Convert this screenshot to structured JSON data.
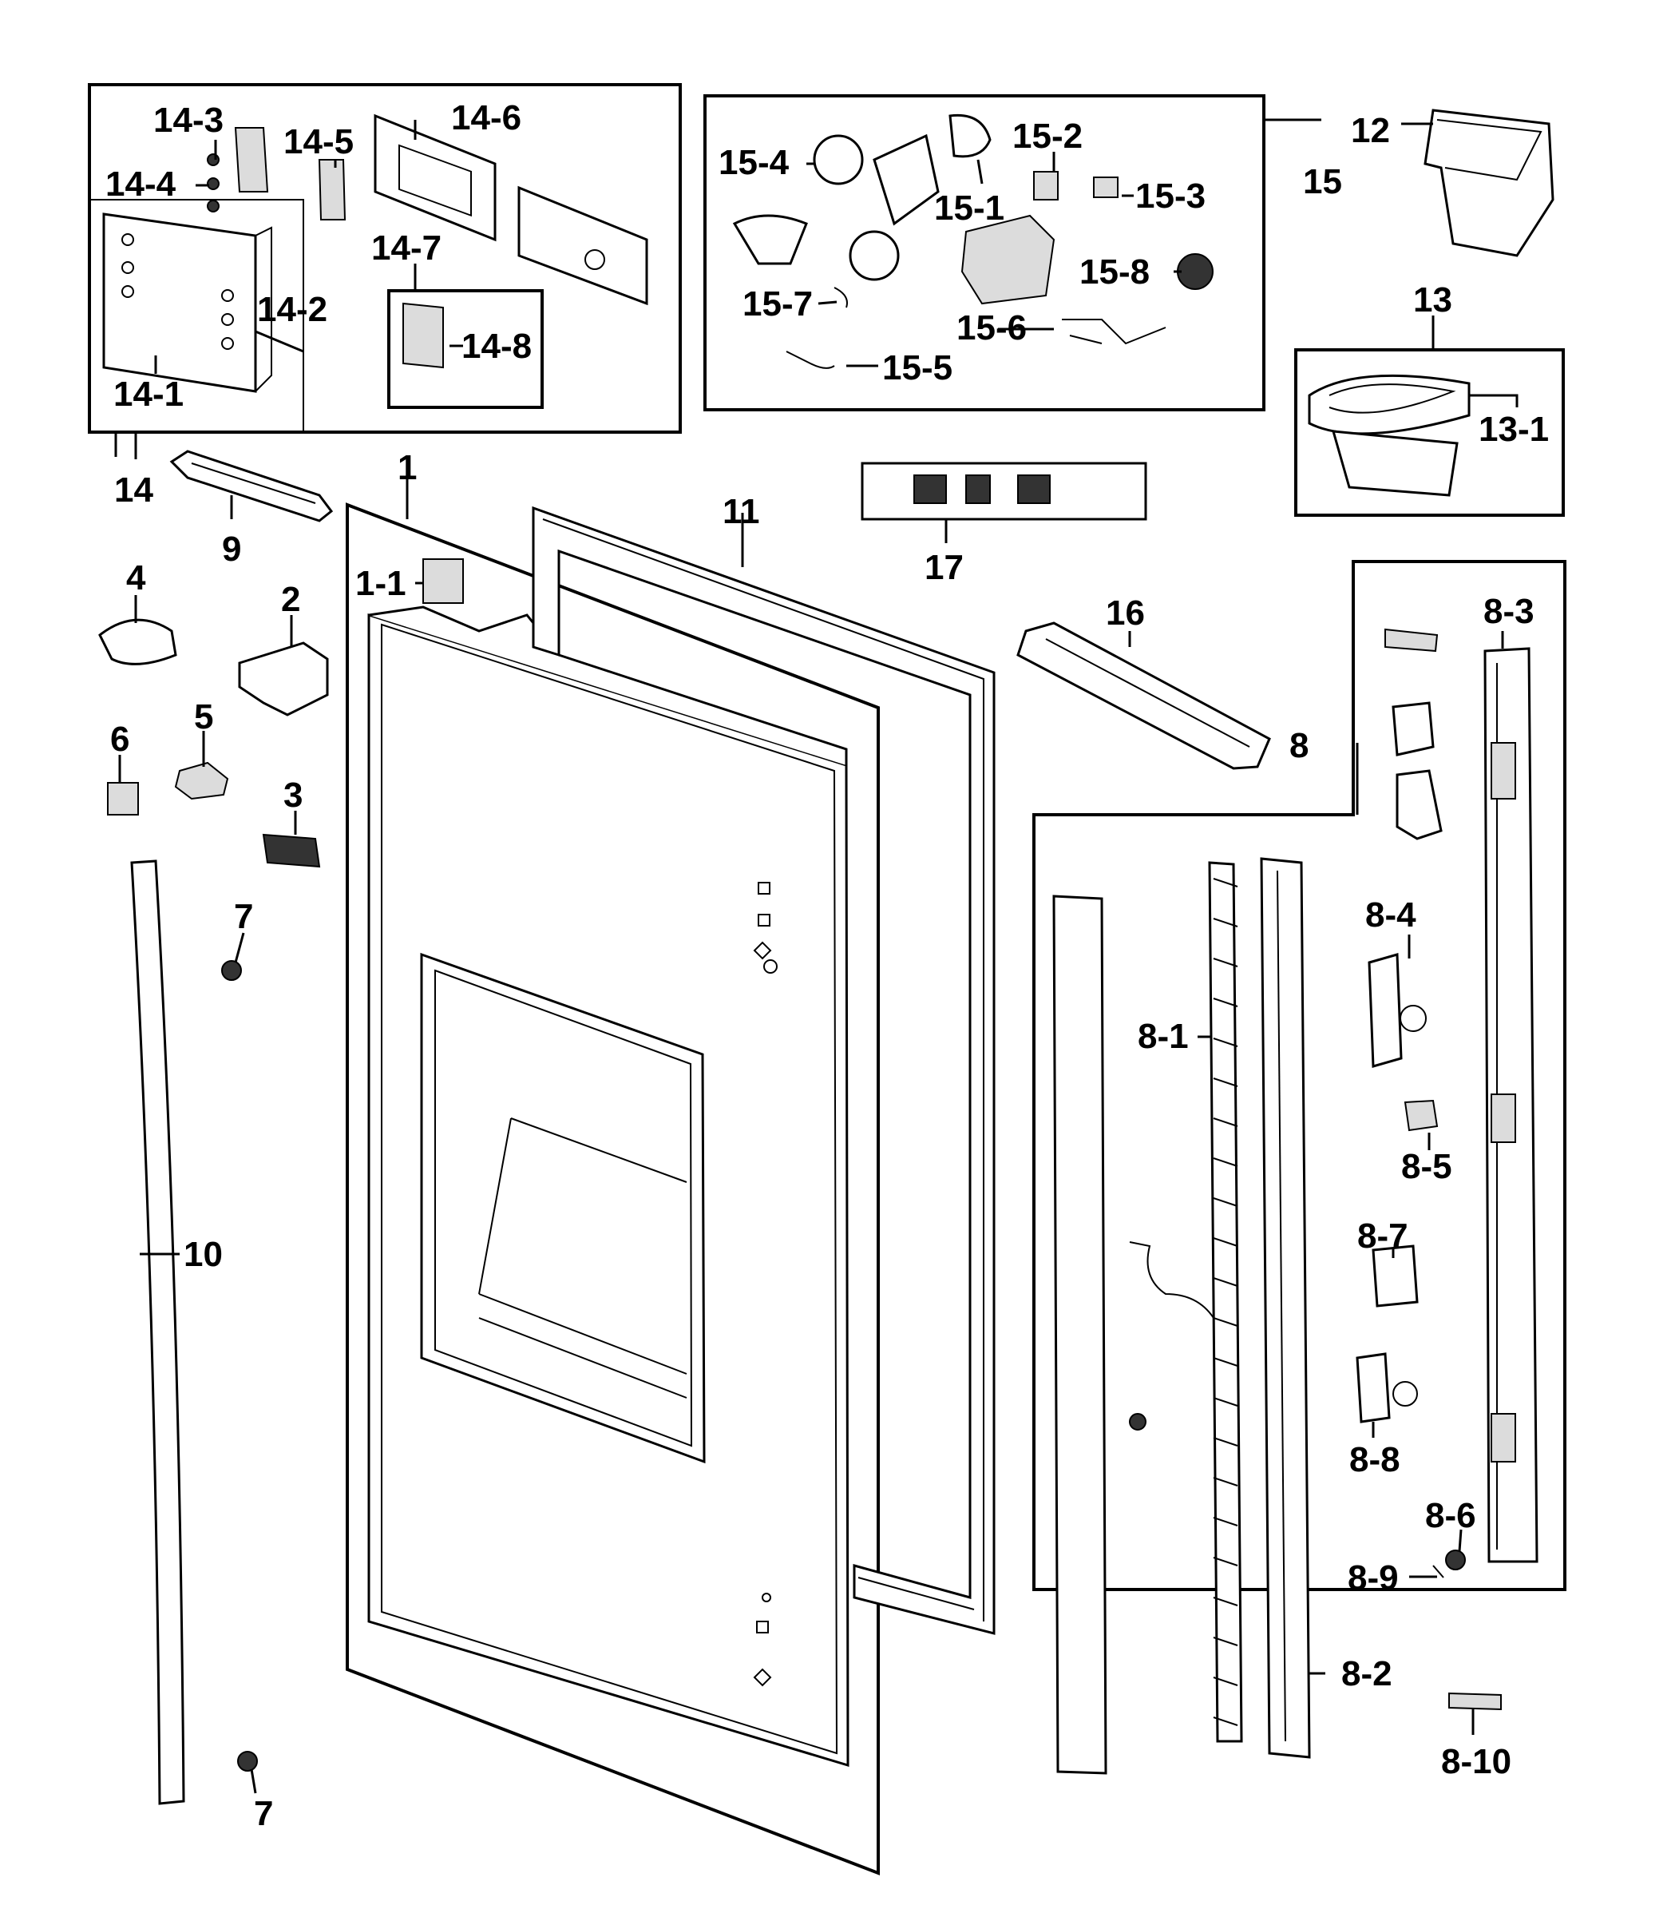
{
  "labels": {
    "l1": "1",
    "l1_1": "1-1",
    "l2": "2",
    "l3": "3",
    "l4": "4",
    "l5": "5",
    "l6": "6",
    "l7a": "7",
    "l7b": "7",
    "l8": "8",
    "l8_1": "8-1",
    "l8_2": "8-2",
    "l8_3": "8-3",
    "l8_4": "8-4",
    "l8_5": "8-5",
    "l8_6": "8-6",
    "l8_7": "8-7",
    "l8_8": "8-8",
    "l8_9": "8-9",
    "l8_10": "8-10",
    "l9": "9",
    "l10": "10",
    "l11": "11",
    "l12": "12",
    "l13": "13",
    "l13_1": "13-1",
    "l14": "14",
    "l14_1": "14-1",
    "l14_2": "14-2",
    "l14_3": "14-3",
    "l14_4": "14-4",
    "l14_5": "14-5",
    "l14_6": "14-6",
    "l14_7": "14-7",
    "l14_8": "14-8",
    "l15": "15",
    "l15_1": "15-1",
    "l15_2": "15-2",
    "l15_3": "15-3",
    "l15_4": "15-4",
    "l15_5": "15-5",
    "l15_6": "15-6",
    "l15_7": "15-7",
    "l15_8": "15-8",
    "l16": "16",
    "l17": "17"
  }
}
